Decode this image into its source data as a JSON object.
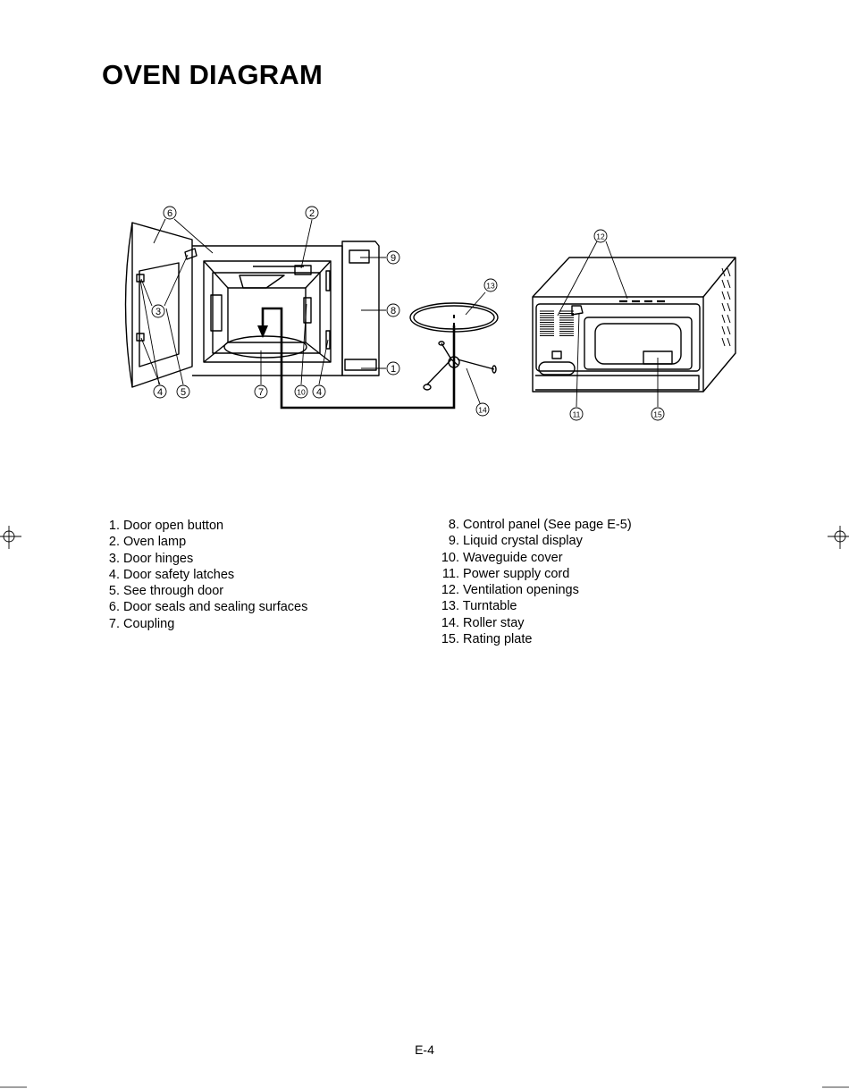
{
  "page_title": "OVEN DIAGRAM",
  "callouts": [
    "1",
    "2",
    "3",
    "4",
    "5",
    "6",
    "7",
    "8",
    "9",
    "10",
    "11",
    "12",
    "13",
    "14",
    "15"
  ],
  "parts_left": [
    {
      "num": "1.",
      "text": "Door open button"
    },
    {
      "num": "2.",
      "text": "Oven lamp"
    },
    {
      "num": "3.",
      "text": "Door hinges"
    },
    {
      "num": "4.",
      "text": "Door safety latches"
    },
    {
      "num": "5.",
      "text": "See through door"
    },
    {
      "num": "6.",
      "text": "Door seals and sealing surfaces"
    },
    {
      "num": "7.",
      "text": "Coupling"
    }
  ],
  "parts_right": [
    {
      "num": "8.",
      "text": "Control panel (See page E-5)"
    },
    {
      "num": "9.",
      "text": "Liquid crystal display"
    },
    {
      "num": "10.",
      "text": "Waveguide cover"
    },
    {
      "num": "11.",
      "text": "Power supply cord"
    },
    {
      "num": "12.",
      "text": "Ventilation openings"
    },
    {
      "num": "13.",
      "text": "Turntable"
    },
    {
      "num": "14.",
      "text": "Roller stay"
    },
    {
      "num": "15.",
      "text": "Rating plate"
    }
  ],
  "page_number": "E-4"
}
